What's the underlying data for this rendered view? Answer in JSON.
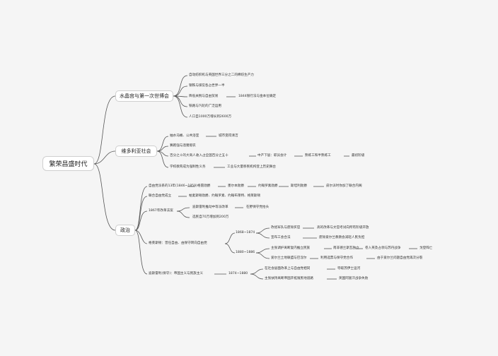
{
  "root": "繁荣昌盛时代",
  "branches": {
    "b1": {
      "label": "水晶宫与第一次世博会",
      "items": [
        "自动纺织机与英国世界三分之二的棉纺生产力",
        "钢铁与煤炭各占世界一半",
        "降低关税与自由贸易",
        "铁路与汽轮的广泛运用",
        "人口自1000万增长到2600万"
      ],
      "extra": "1844银行法与金本位确定"
    },
    "b2": {
      "label": "维多利亚社会",
      "items": [
        "抽水马桶、公共浴室",
        "赛跑强与酒猪假农",
        "百分之十的大商人收入占全国百分之五十",
        "学校教育成为强制性义务"
      ],
      "c1": "城市变得清洁",
      "chain": [
        "中产下层：职员会计",
        "熟练工和半熟练工",
        "最初阶级"
      ],
      "c4": "工业与大量移民机构登上历史舞台"
    },
    "b3": {
      "label": "政治",
      "i1": "自由党派系的13年(1846~1859)",
      "i1chain": [
        "格雷勋爵",
        "墨尔本勋爵",
        "约翰罗素勋爵",
        "斯坦利勋爵",
        "皮尔派时你加了联合内阁"
      ],
      "i2": "联合自由党成立",
      "i2c": "帕麦斯顿勋爵、约翰罗素、约翰布莱特、格莱斯顿",
      "i3": "1867年改革法案",
      "i3a": "迪斯雷利推动中等派改革",
      "i3a_c": "在野保守党抬头",
      "i3b": "选民自70万增加到200万",
      "i4": "格莱斯顿：曾任自由、由保守转向自由党",
      "i4a": "1868~1874",
      "i4a_items": [
        "改组军队与废除买官",
        "宣布工会合法"
      ],
      "i4a_c": [
        "高的改革与文官考试向所有阶级开放",
        "废除爱尔兰教教会减轻人民负担"
      ],
      "i4b": "1880~1886",
      "i4b_items": [
        "主张调护离断复内推立民族",
        "爱尔兰土地联盟与巴涅尔"
      ],
      "i4b_c1": [
        "南非德兰斯瓦独立",
        "卷入英及占领与苏丹战争",
        "戈登阵亡"
      ],
      "i4b_c2": [
        "利用选票与保守党合作",
        "由于爱尔兰问题自由党再次分裂"
      ],
      "i5": "迪斯雷利(保守)：帝国主义与民族主义",
      "i5a": "1874~1880",
      "i5a_items": [
        "在社会层面改革上与自由党相同",
        "主张扶持离断帝国开拓殖民地道路"
      ],
      "i5a_c": [
        "夺取苏伊士运河",
        "英国阿富汗战争失败"
      ]
    }
  }
}
